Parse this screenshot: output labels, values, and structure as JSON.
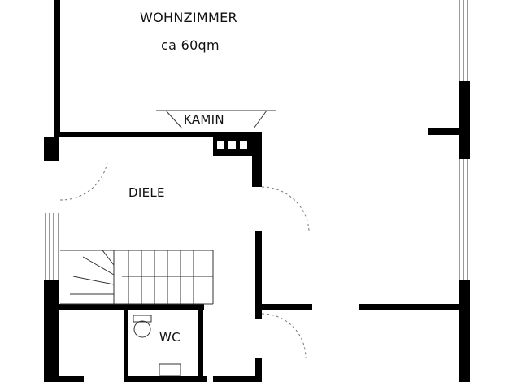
{
  "plan": {
    "rooms": {
      "wohnzimmer": {
        "name": "WOHNZIMMER",
        "area": "ca 60qm"
      },
      "kamin": {
        "name": "KAMIN"
      },
      "diele": {
        "name": "DIELE"
      },
      "wc": {
        "name": "WC"
      }
    },
    "colors": {
      "wall": "#000000",
      "thin_line": "#333333",
      "background": "#ffffff",
      "door_arc": "#777777"
    }
  }
}
